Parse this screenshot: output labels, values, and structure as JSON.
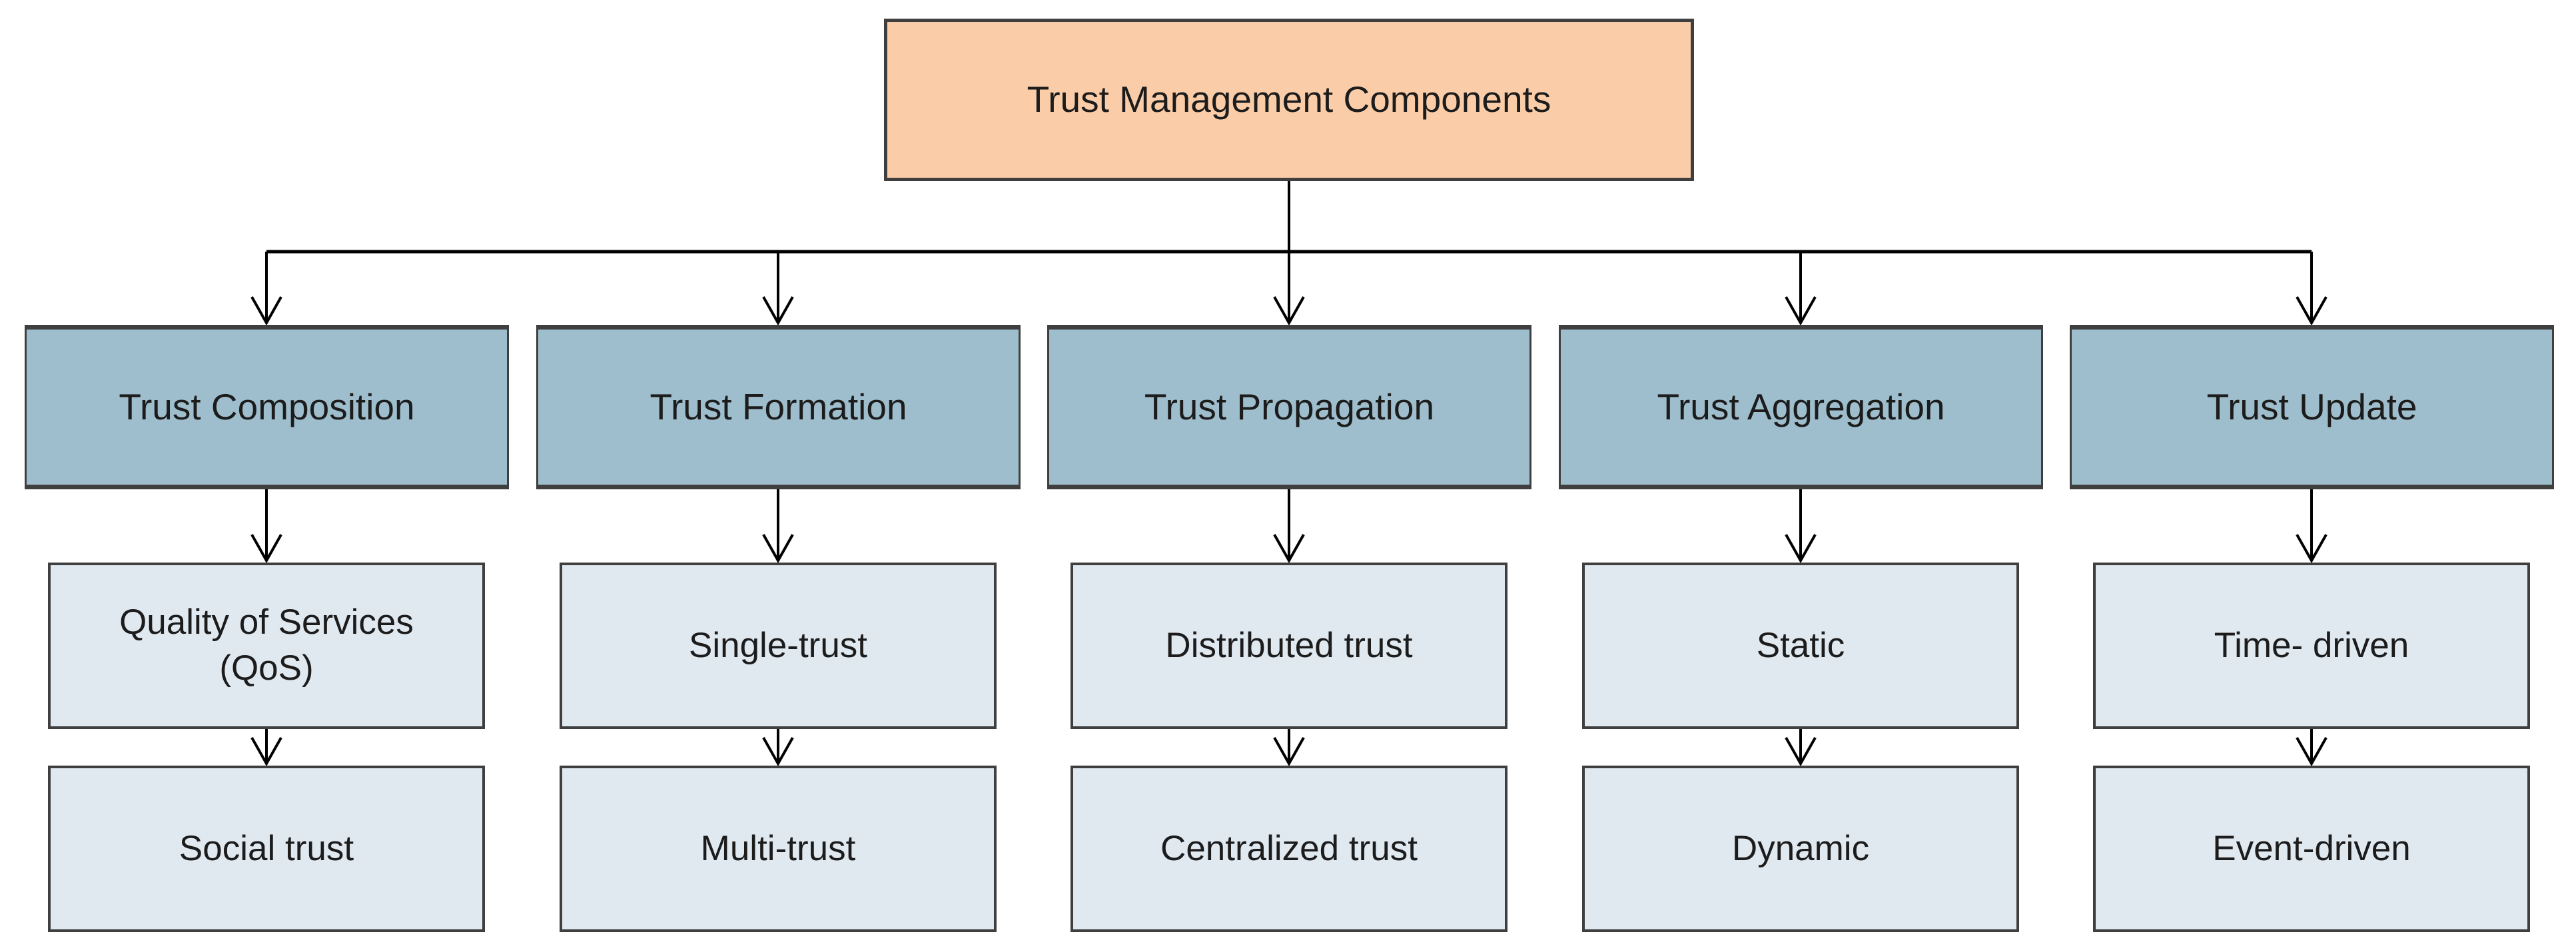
{
  "diagram": {
    "root": {
      "label": "Trust Management Components"
    },
    "columns": [
      {
        "label": "Trust Composition",
        "children": [
          "Quality of Services (QoS)",
          "Social trust"
        ]
      },
      {
        "label": "Trust Formation",
        "children": [
          "Single-trust",
          "Multi-trust"
        ]
      },
      {
        "label": "Trust Propagation",
        "children": [
          "Distributed trust",
          "Centralized trust"
        ]
      },
      {
        "label": "Trust Aggregation",
        "children": [
          "Static",
          "Dynamic"
        ]
      },
      {
        "label": "Trust Update",
        "children": [
          "Time- driven",
          "Event-driven"
        ]
      }
    ],
    "colors": {
      "root_fill": "#FACDA8",
      "level2_fill": "#9FBECD",
      "level3_fill": "#E0E8F0",
      "border": "#3F3F3F",
      "line": "#000000",
      "text": "#1C1C1C",
      "background": "#FFFFFF"
    }
  }
}
